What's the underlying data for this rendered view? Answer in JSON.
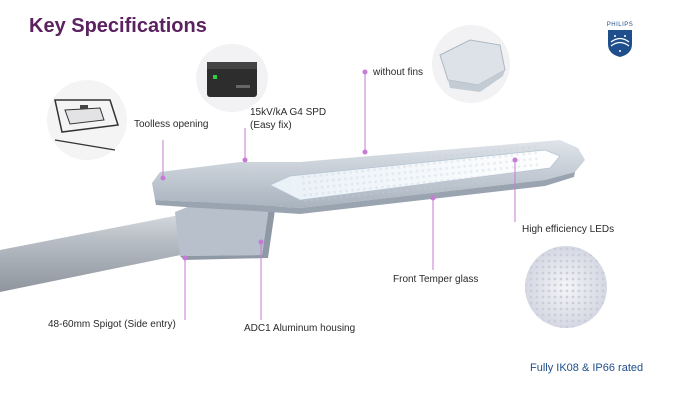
{
  "title": "Key Specifications",
  "brand": {
    "name": "PHILIPS",
    "color": "#1f4e8c"
  },
  "accent_color": "#5b2260",
  "leader_color": "#c77ad6",
  "callouts": {
    "toolless": "Toolless opening",
    "spd_line1": "15kV/kA G4 SPD",
    "spd_line2": "(Easy fix)",
    "fins": "without fins",
    "leds": "High efficiency LEDs",
    "glass": "Front Temper glass",
    "spigot": "48-60mm Spigot (Side entry)",
    "housing": "ADC1 Aluminum housing"
  },
  "footer": "Fully IK08 & IP66 rated"
}
